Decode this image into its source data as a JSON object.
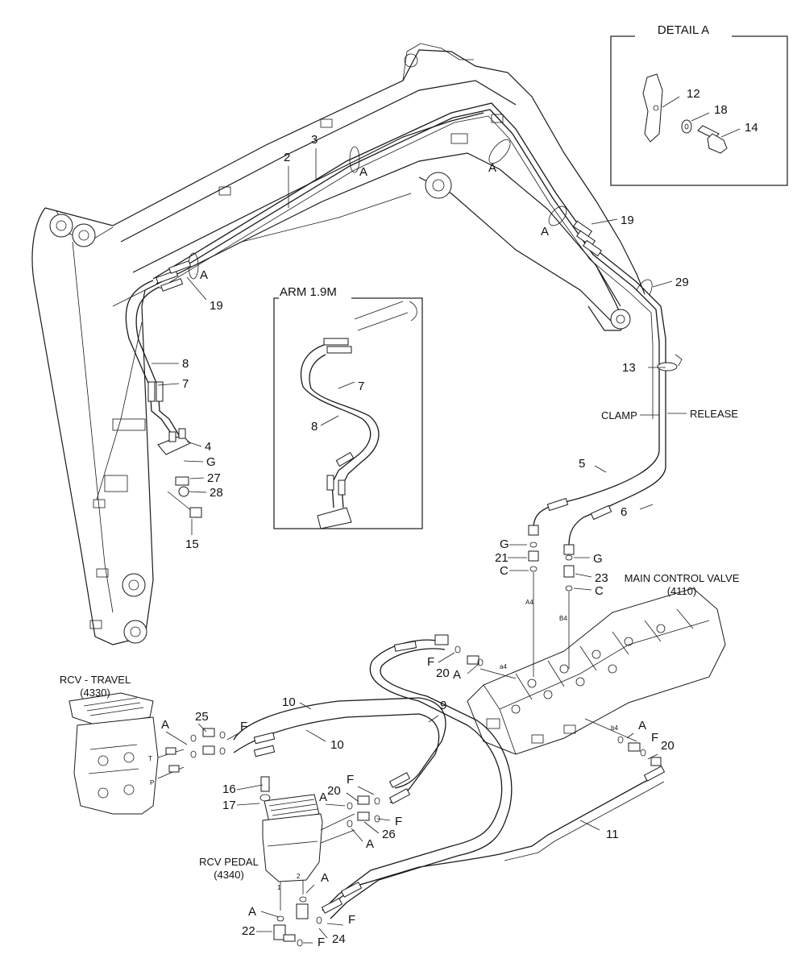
{
  "detail_a": {
    "title": "DETAIL A",
    "labels": [
      "12",
      "18",
      "14"
    ]
  },
  "inset": {
    "title": "ARM 1.9M",
    "labels": [
      "7",
      "8"
    ]
  },
  "components": {
    "rcv_travel": {
      "name": "RCV - TRAVEL",
      "code": "(4330)"
    },
    "rcv_pedal": {
      "name": "RCV PEDAL",
      "code": "(4340)"
    },
    "main_control_valve": {
      "name": "MAIN CONTROL VALVE",
      "code": "(4110)"
    }
  },
  "hose_labels": {
    "clamp": "CLAMP",
    "release": "RELEASE"
  },
  "port_marks": [
    "A4",
    "B4",
    "a4",
    "b4",
    "T",
    "P",
    "1",
    "2"
  ],
  "callouts": [
    "2",
    "3",
    "A",
    "A",
    "A",
    "A",
    "19",
    "19",
    "29",
    "13",
    "8",
    "7",
    "4",
    "G",
    "27",
    "28",
    "15",
    "5",
    "6",
    "G",
    "21",
    "C",
    "G",
    "23",
    "C",
    "F",
    "20",
    "A",
    "9",
    "10",
    "10",
    "25",
    "A",
    "F",
    "16",
    "17",
    "20",
    "F",
    "A",
    "26",
    "F",
    "A",
    "11",
    "A",
    "F",
    "20",
    "A",
    "A",
    "22",
    "24",
    "F",
    "F"
  ]
}
